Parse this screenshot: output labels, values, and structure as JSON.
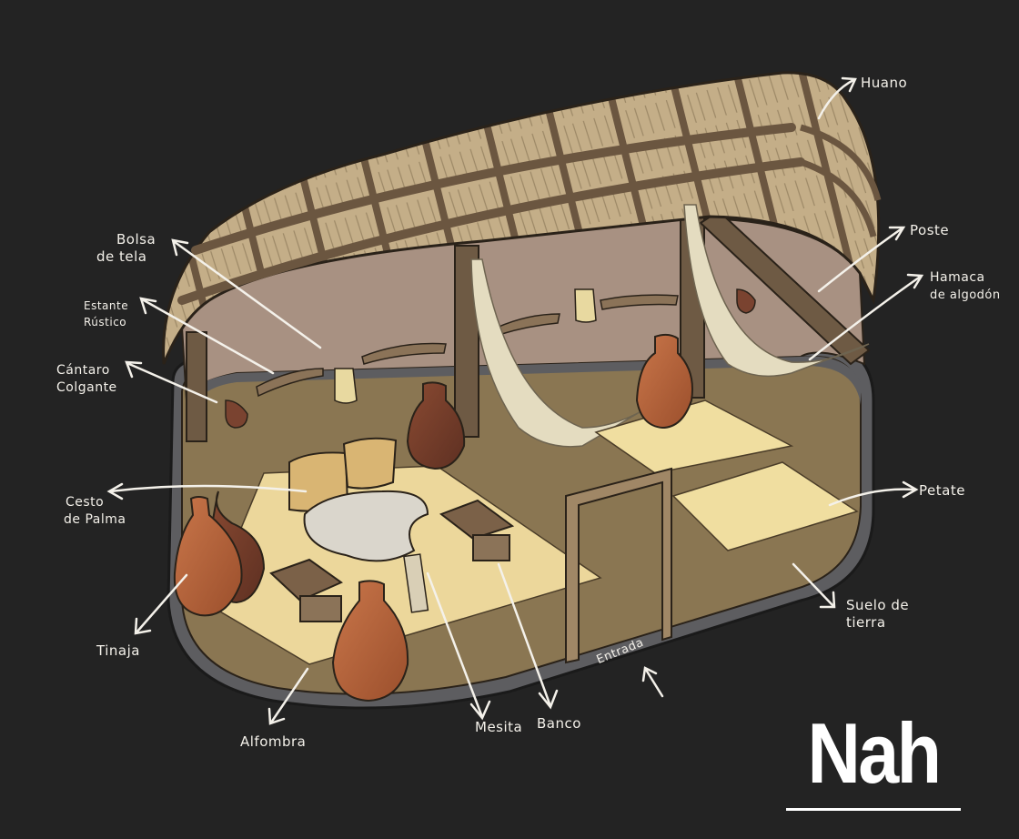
{
  "title": "Nah",
  "colors": {
    "background": "#232323",
    "label_text": "#f4f1ea",
    "thatch": "#c9b48e",
    "wood": "#6e5a44",
    "wall": "#a89182",
    "floor": "#8a7652",
    "mat": "#f0dea0",
    "clay": "#b8653c",
    "rim": "#5d5d60"
  },
  "labels": {
    "huano": "Huano",
    "poste": "Poste",
    "hamaca": {
      "line1": "Hamaca",
      "line2": "de algodón"
    },
    "bolsa": {
      "line1": "Bolsa",
      "line2": "de tela"
    },
    "estante": {
      "line1": "Estante",
      "line2": "Rústico"
    },
    "cantaro": {
      "line1": "Cántaro",
      "line2": "Colgante"
    },
    "cesto": {
      "line1": "Cesto",
      "line2": "de Palma"
    },
    "tinaja": "Tinaja",
    "alfombra": "Alfombra",
    "mesita": "Mesita",
    "banco": "Banco",
    "entrada": "Entrada",
    "petate": "Petate",
    "suelo": {
      "line1": "Suelo de",
      "line2": "tierra"
    }
  }
}
